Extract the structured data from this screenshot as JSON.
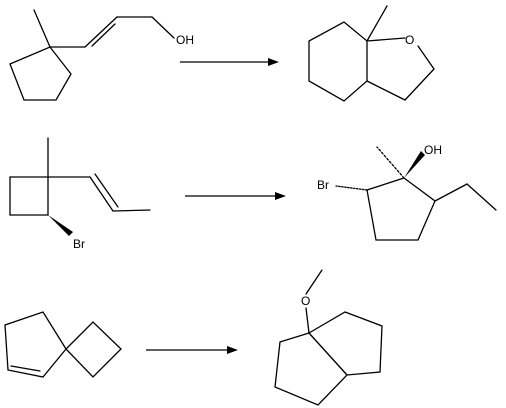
{
  "reactions": [
    {
      "reactant_labels": [
        "OH"
      ],
      "product_labels": [
        "O"
      ]
    },
    {
      "reactant_labels": [
        "Br"
      ],
      "product_labels": [
        "OH",
        "Br"
      ]
    },
    {
      "reactant_labels": [],
      "product_labels": [
        "O"
      ]
    }
  ]
}
